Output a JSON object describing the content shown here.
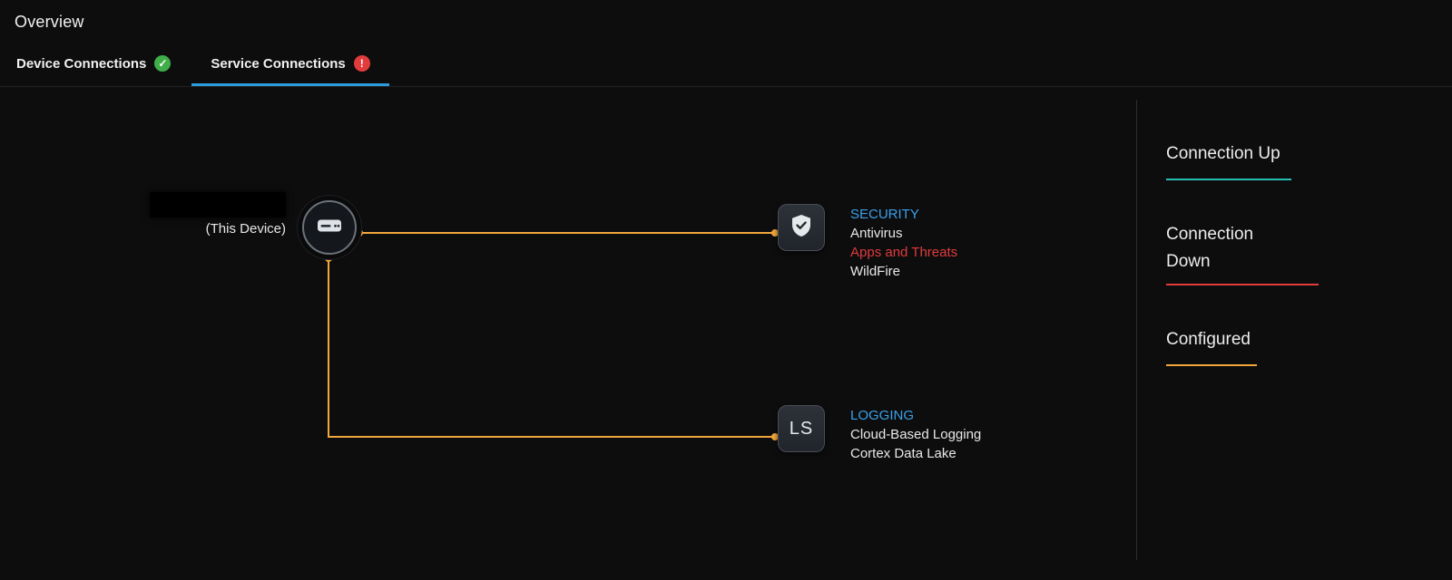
{
  "page": {
    "title": "Overview"
  },
  "tabs": [
    {
      "label": "Device Connections",
      "badge_glyph": "✓",
      "badge_color": "#3fae49",
      "active": false
    },
    {
      "label": "Service Connections",
      "badge_glyph": "!",
      "badge_color": "#e23b3c",
      "active": true
    }
  ],
  "diagram": {
    "device": {
      "caption": "(This Device)",
      "name_redacted": true
    },
    "services": [
      {
        "title": "SECURITY",
        "icon": "shield-check-icon",
        "items": [
          {
            "text": "Antivirus",
            "state": "up"
          },
          {
            "text": "Apps and Threats",
            "state": "down"
          },
          {
            "text": "WildFire",
            "state": "up"
          }
        ]
      },
      {
        "title": "LOGGING",
        "icon_text": "LS",
        "items": [
          {
            "text": "Cloud-Based Logging",
            "state": "up"
          },
          {
            "text": "Cortex Data Lake",
            "state": "up"
          }
        ]
      }
    ]
  },
  "legend": {
    "items": [
      {
        "label": "Connection Up",
        "color": "#27bdb3"
      },
      {
        "label": "Connection Down",
        "color": "#e23b3c"
      },
      {
        "label": "Configured",
        "color": "#f2a73b"
      }
    ]
  },
  "colors": {
    "tab_active_underline": "#2b9ddd",
    "service_title": "#3aa0e8",
    "alert_text": "#e23b3c",
    "connector": "#f2a73b"
  }
}
